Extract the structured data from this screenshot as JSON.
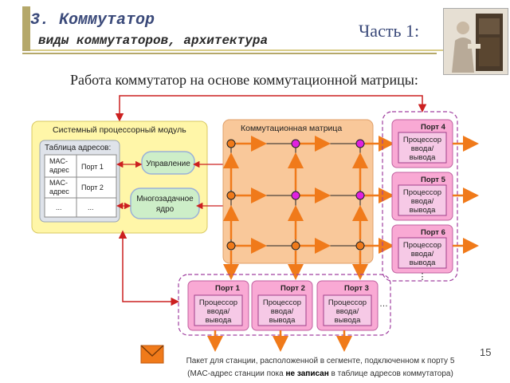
{
  "header": {
    "title_line1": "3. Коммутатор",
    "title_line2": "виды коммутаторов, архитектура",
    "part": "Часть 1:",
    "subtitle": "Работа коммутатор на основе коммутационной матрицы:"
  },
  "diagram": {
    "system_module": {
      "label": "Системный процессорный модуль",
      "address_table": {
        "label": "Таблица адресов:",
        "rows": [
          {
            "mac": "MAC-адрес",
            "port": "Порт 1"
          },
          {
            "mac": "MAC-адрес",
            "port": "Порт 2"
          },
          {
            "mac": "...",
            "port": "..."
          }
        ]
      },
      "control": "Управление",
      "multitask_core": "Многозадачное ядро"
    },
    "matrix_label": "Коммутационная матрица",
    "right_ports": [
      {
        "name": "Порт 4",
        "processor": "Процессор ввода/ вывода"
      },
      {
        "name": "Порт 5",
        "processor": "Процессор ввода/ вывода"
      },
      {
        "name": "Порт 6",
        "processor": "Процессор ввода/ вывода"
      }
    ],
    "bottom_ports": [
      {
        "name": "Порт 1",
        "processor": "Процессор ввода/ вывода"
      },
      {
        "name": "Порт 2",
        "processor": "Процессор ввода/ вывода"
      },
      {
        "name": "Порт 3",
        "processor": "Процессор ввода/ вывода"
      }
    ],
    "ellipsis": "…"
  },
  "note": {
    "line1": "Пакет для станции, расположенной в сегменте, подключенном к порту 5",
    "line2_before": "(MAC-адрес станции пока ",
    "line2_bold": "не записан",
    "line2_after": " в таблице адресов коммутатора)"
  },
  "page_number": "15",
  "colors": {
    "accent_title": "#3b4a7a",
    "system_module_fill": "#fff6a8",
    "matrix_fill": "#f9c89a",
    "port_fill": "#f9a9d4",
    "processor_fill": "#f6c9e6",
    "control_fill": "#cdeec8",
    "arrow_orange": "#f07a1a",
    "arrow_red": "#cc2020",
    "node_magenta": "#e020e0"
  }
}
